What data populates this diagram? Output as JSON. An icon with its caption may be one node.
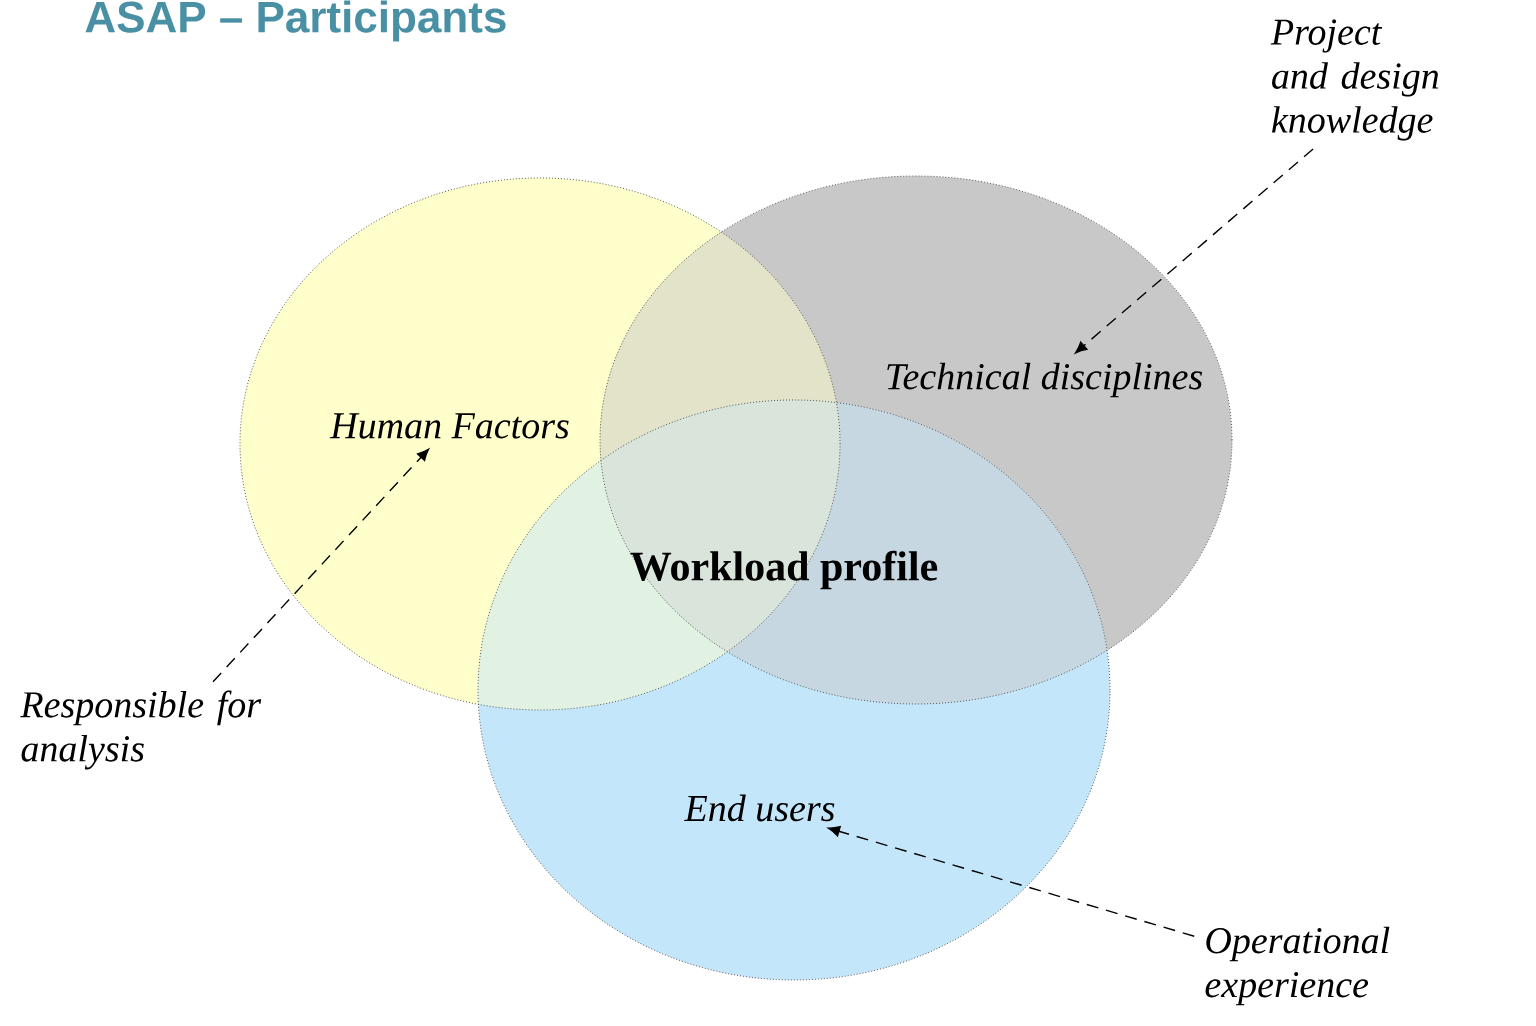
{
  "diagram": {
    "title": "ASAP – Participants",
    "nodes": [
      {
        "text": [
          "Human Factors"
        ]
      },
      {
        "text": [
          "Technical disciplines"
        ]
      },
      {
        "text": [
          "End users"
        ]
      },
      {
        "text": [
          "Responsible for analysis"
        ]
      },
      {
        "text": [
          "Project and design knowledge"
        ]
      },
      {
        "text": [
          "Operational experience"
        ]
      }
    ],
    "edges": [
      {
        "from": 3,
        "to": 0,
        "arrow": "to",
        "style": "dashed"
      },
      {
        "from": 4,
        "to": 1,
        "arrow": "to",
        "style": "dashed"
      },
      {
        "from": 5,
        "to": 2,
        "arrow": "to",
        "style": "dashed"
      }
    ],
    "labels": [
      "Workload profile"
    ]
  }
}
